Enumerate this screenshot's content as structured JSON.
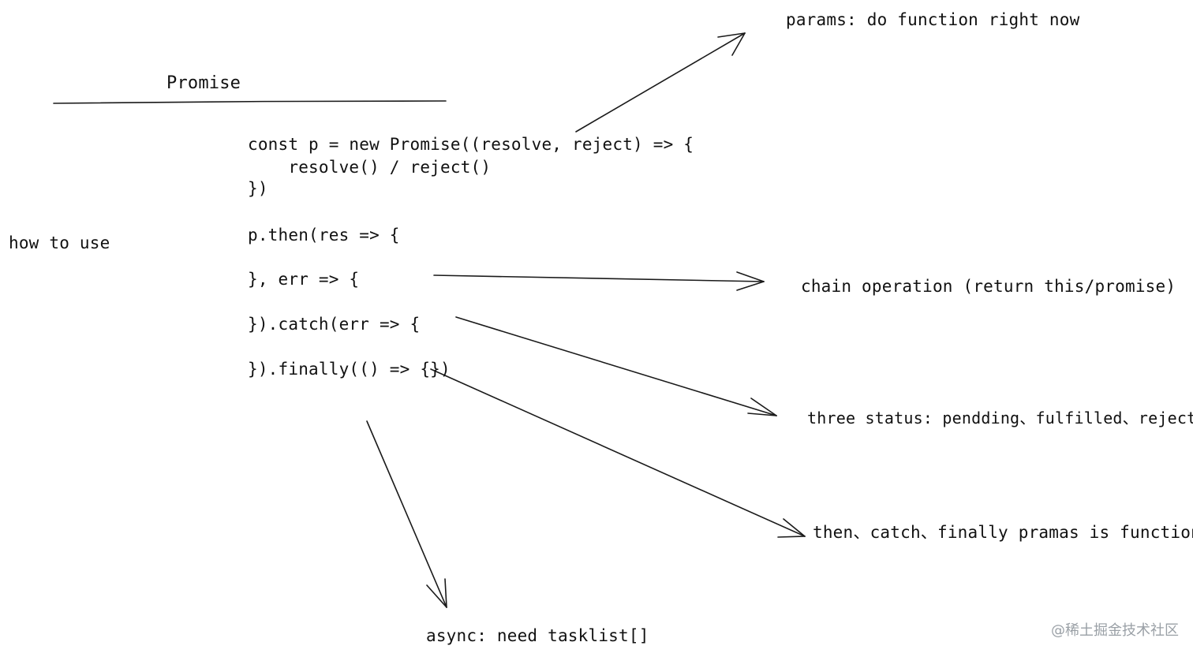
{
  "diagram": {
    "title": "Promise",
    "side_label": "how to use",
    "code_lines": [
      "const p = new Promise((resolve, reject) => {",
      "    resolve() / reject()",
      "})",
      "p.then(res => {",
      "}, err => {",
      "}).catch(err => {",
      "}).finally(() => {})"
    ],
    "notes": {
      "params": "params: do function right now",
      "chain": "chain operation (return this/promise)",
      "status": "three status: pendding、fulfilled、rejected",
      "callbacks": "then、catch、finally pramas is function",
      "async": "async: need tasklist[]"
    }
  },
  "watermark": "@稀土掘金技术社区"
}
